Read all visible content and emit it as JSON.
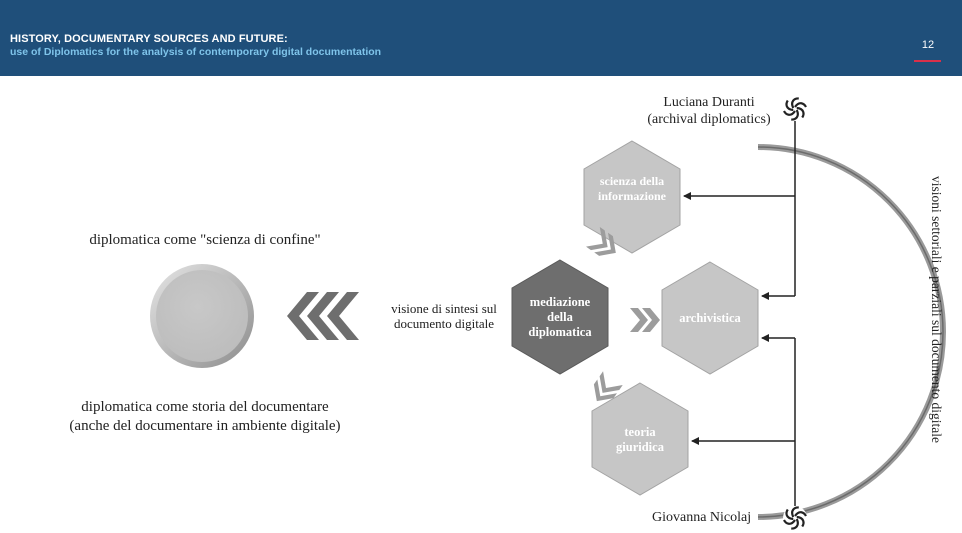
{
  "header": {
    "title": "HISTORY, DOCUMENTARY SOURCES AND FUTURE:",
    "subtitle": "use of Diplomatics for the analysis of contemporary digital documentation",
    "page_number": "12"
  },
  "left": {
    "top_caption": "diplomatica come \"scienza di confine\"",
    "bottom_caption_line1": "diplomatica come storia del documentare",
    "bottom_caption_line2": "(anche del documentare in ambiente digitale)"
  },
  "center": {
    "synthesis_line1": "visione di sintesi sul",
    "synthesis_line2": "documento digitale"
  },
  "hexagons": {
    "center_line1": "mediazione",
    "center_line2": "della",
    "center_line3": "diplomatica",
    "top_line1": "scienza della",
    "top_line2": "informazione",
    "right": "archivistica",
    "bottom_line1": "teoria",
    "bottom_line2": "giuridica"
  },
  "authors": {
    "top_line1": "Luciana Duranti",
    "top_line2": "(archival diplomatics)",
    "bottom": "Giovanna Nicolaj"
  },
  "side_label": "visioni settoriali e parziali sul documento digitale",
  "colors": {
    "header_bg": "#1f4f7a",
    "subtitle": "#7fc4ea",
    "accent": "#d9304a",
    "hex_dark": "#6e6e6e",
    "hex_light": "#c3c3c3"
  }
}
